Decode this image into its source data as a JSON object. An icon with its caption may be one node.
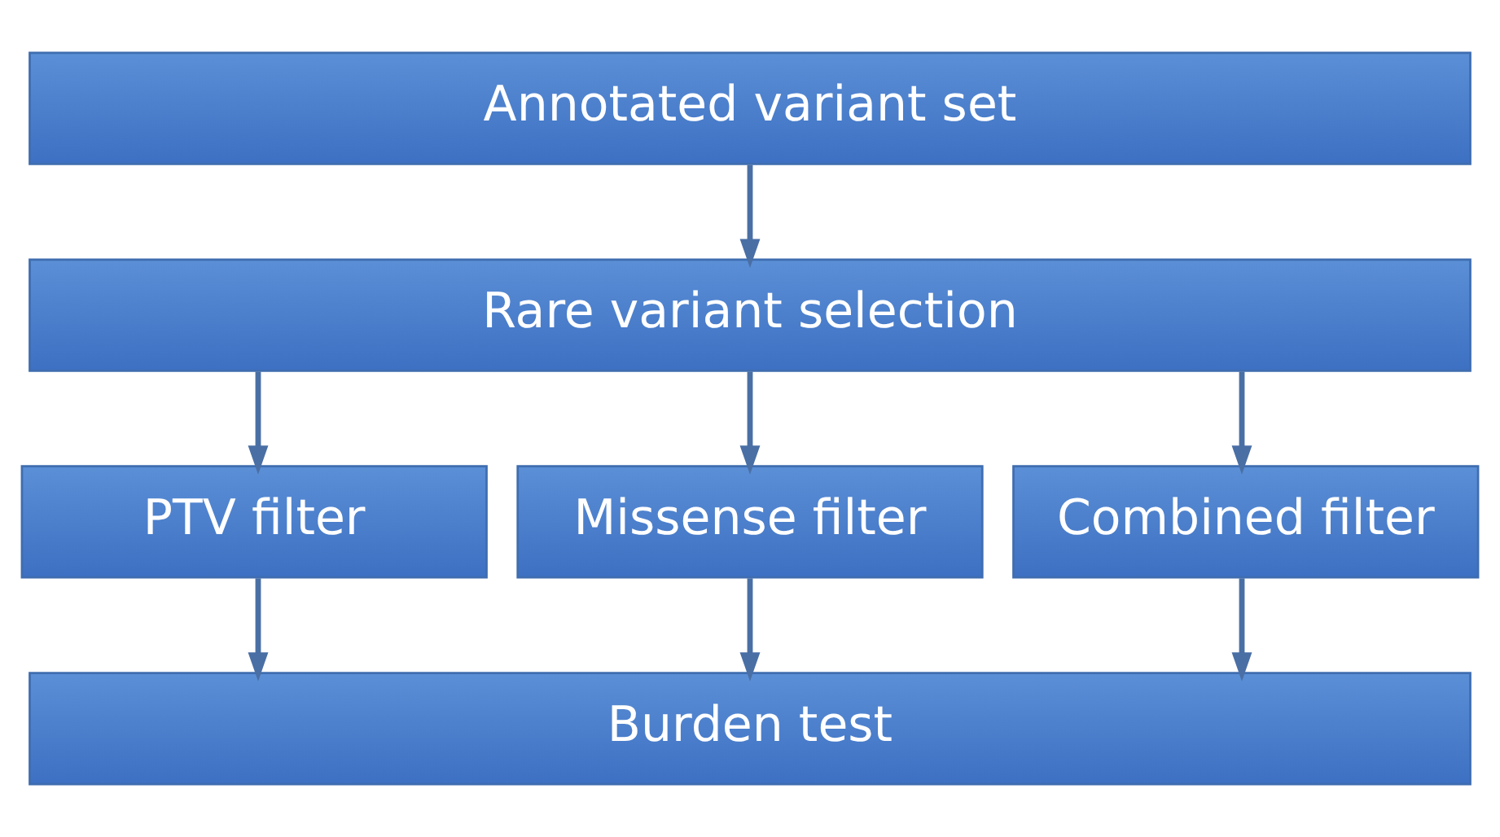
{
  "diagram": {
    "nodes": [
      {
        "text": [
          "Annotated variant set"
        ]
      },
      {
        "text": [
          "Rare variant selection"
        ]
      },
      {
        "text": [
          "PTV filter"
        ]
      },
      {
        "text": [
          "Missense filter"
        ]
      },
      {
        "text": [
          "Combined filter"
        ]
      },
      {
        "text": [
          "Burden test"
        ]
      }
    ],
    "edges": [
      {
        "from": 0,
        "to": 1,
        "arrow": "to"
      },
      {
        "from": 1,
        "to": 2,
        "arrow": "to"
      },
      {
        "from": 1,
        "to": 3,
        "arrow": "to"
      },
      {
        "from": 1,
        "to": 4,
        "arrow": "to"
      },
      {
        "from": 2,
        "to": 5,
        "arrow": "to"
      },
      {
        "from": 3,
        "to": 5,
        "arrow": "to"
      },
      {
        "from": 4,
        "to": 5,
        "arrow": "to"
      }
    ]
  }
}
